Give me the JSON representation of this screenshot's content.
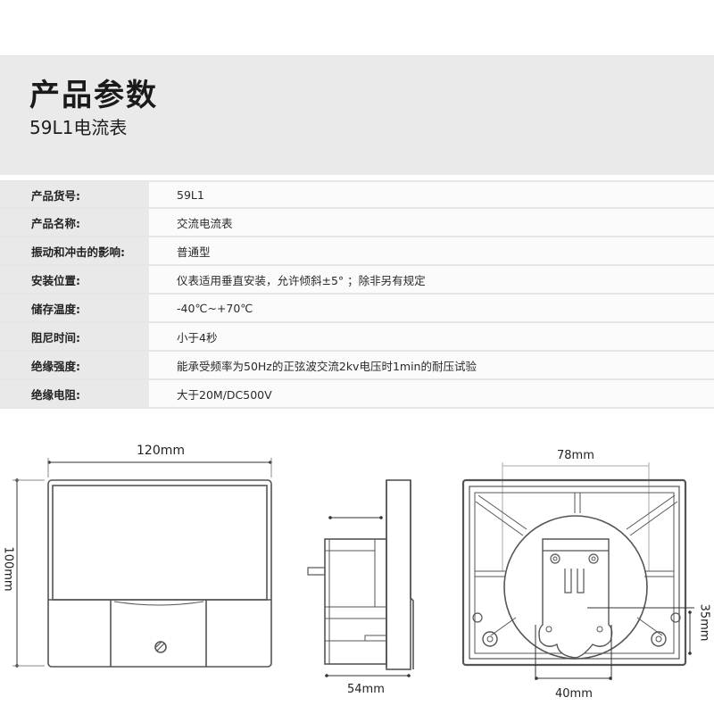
{
  "header": {
    "title": "产品参数",
    "subtitle": "59L1电流表"
  },
  "specs": [
    {
      "label": "产品货号:",
      "value": "59L1"
    },
    {
      "label": "产品名称:",
      "value": "交流电流表"
    },
    {
      "label": "振动和冲击的影响:",
      "value": "普通型"
    },
    {
      "label": "安装位置:",
      "value": "仪表适用垂直安装，允许倾斜±5° ；除非另有规定"
    },
    {
      "label": "储存温度:",
      "value": "-40℃~+70℃"
    },
    {
      "label": "阻尼时间:",
      "value": "小于4秒"
    },
    {
      "label": "绝缘强度:",
      "value": "能承受频率为50Hz的正弦波交流2kv电压时1min的耐压试验"
    },
    {
      "label": "绝缘电阻:",
      "value": "大于20M/DC500V"
    }
  ],
  "drawings": {
    "front": {
      "width_label": "120mm",
      "height_label": "100mm"
    },
    "side": {
      "depth_label": "54mm"
    },
    "back": {
      "hole_span_label": "78mm",
      "bracket_width_label": "40mm",
      "bracket_offset_label": "35mm"
    }
  },
  "colors": {
    "header_bg": "#eaeaea",
    "label_bg": "#e9e9e9",
    "value_bg": "#fbfbfb",
    "line": "#555555"
  }
}
